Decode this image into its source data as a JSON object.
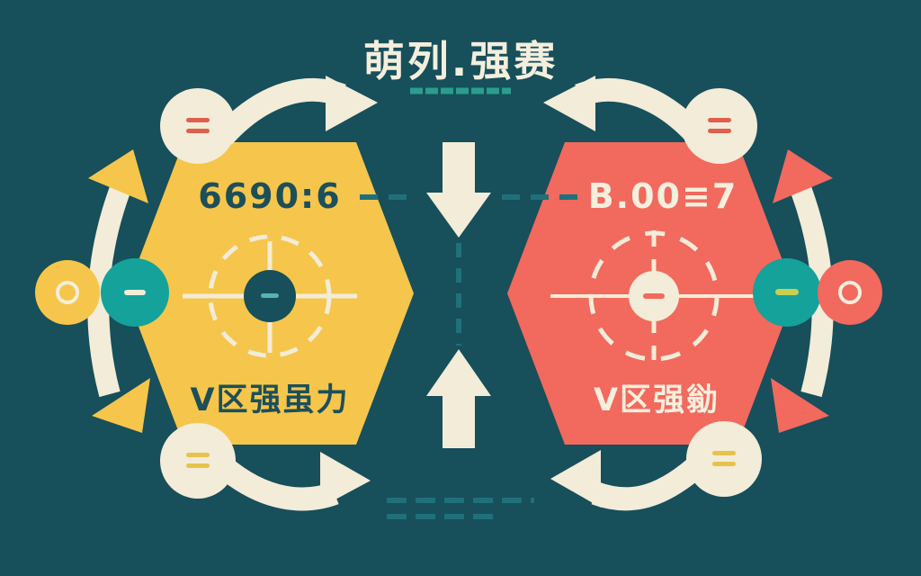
{
  "title": "萌列.强赛",
  "left_panel": {
    "value": "6690:6",
    "label": "V区强虽力"
  },
  "right_panel": {
    "value": "B.00≡7",
    "label": "V区强勜"
  },
  "colors": {
    "background": "#174f5b",
    "hexagon_left": "#f5c64b",
    "hexagon_right": "#f2695e",
    "cream": "#f2ecd8",
    "teal_accent": "#14a29a",
    "dashed_line": "#1f707a",
    "underline_teal": "#2a9d8f",
    "equals_red": "#df5f4e",
    "equals_yellow": "#e7c34b",
    "dash_yellow_green": "#c9cf52"
  },
  "icons": [
    "loop-arrow-top-left",
    "loop-arrow-bottom-left",
    "loop-arrow-top-right",
    "loop-arrow-bottom-right",
    "down-block-arrow",
    "up-block-arrow",
    "left-orbit-arc",
    "right-orbit-arc",
    "target-crosshair-left",
    "target-crosshair-right"
  ]
}
